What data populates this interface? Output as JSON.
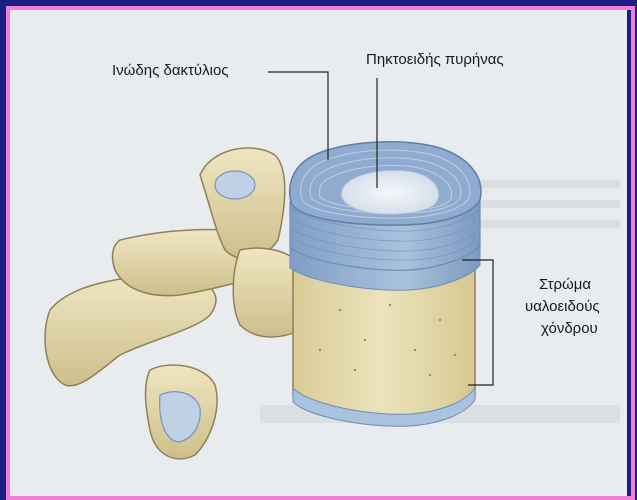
{
  "labels": {
    "annulus": "Ινώδης δακτύλιος",
    "nucleus": "Πηκτοειδής πυρήνας",
    "cartilage_line1": "Στρώμα",
    "cartilage_line2": "υαλοειδούς",
    "cartilage_line3": "χόνδρου"
  },
  "colors": {
    "frame": "#1c1f82",
    "border": "#f07fd6",
    "bone": "#e4dab0",
    "disc": "#9cb7d6",
    "nucleus": "#e4ebf2"
  }
}
